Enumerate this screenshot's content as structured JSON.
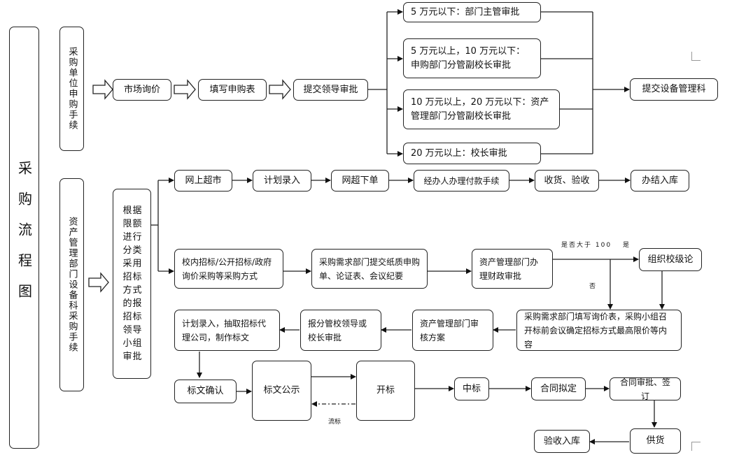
{
  "diagram": {
    "title": "采购流程图",
    "branch_labels": {
      "unit": "采购单位申购手续",
      "dept": "资产管理部门设备科采购手续"
    },
    "top_flow": {
      "market_inquiry": "市场询价",
      "fill_form": "填写申购表",
      "submit_leader": "提交领导审批",
      "amount_1": "5 万元以下：部门主管审批",
      "amount_2": "5 万元以上，10 万元以下：申购部门分管副校长审批",
      "amount_3": "10 万元以上，20 万元以下：资产管理部门分管副校长审批",
      "amount_4": "20 万元以上：校长审批",
      "submit_equipment": "提交设备管理科"
    },
    "decision_root": "根据限额进行分类采用招标方式的报招标领导小组审批",
    "online_flow": {
      "online_market": "网上超市",
      "plan_entry": "计划录入",
      "online_order": "网超下单",
      "payment": "经办人办理付款手续",
      "receive": "收货、验收",
      "storage": "办结入库"
    },
    "tender_flow": {
      "tender_methods": "校内招标/公开招标/政府询价采购等采购方式",
      "submit_docs": "采购需求部门提交纸质申购单、论证表、会议纪要",
      "finance_review": "资产管理部门办理财政审批",
      "school_meeting": "组织校级论",
      "fill_price": "采购需求部门填写询价表，采购小组召开标前会议确定招标方式最高限价等内容",
      "review_plan": "资产管理部门审核方案",
      "report_leader": "报分管校领导或校长审批",
      "plan_agency": "计划录入，抽取招标代理公司，制作标文",
      "confirm_doc": "标文确认",
      "publish_doc": "标文公示",
      "open_bid": "开标",
      "win_bid": "中标",
      "draft_contract": "合同拟定",
      "sign_contract": "合同审批、签订",
      "supply": "供货",
      "accept_storage": "验收入库"
    },
    "edge_labels": {
      "over_100": "是否大于 100",
      "yes": "是",
      "no": "否",
      "failed_bid": "流标"
    }
  }
}
